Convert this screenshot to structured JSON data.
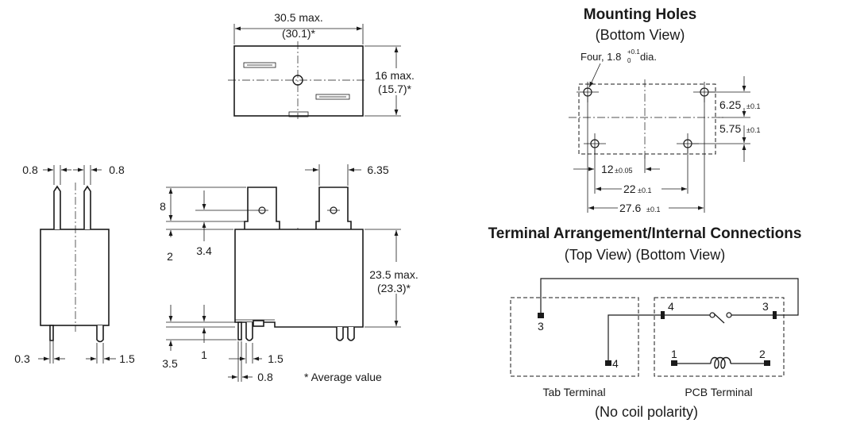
{
  "top_view": {
    "width_max": "30.5 max.",
    "width_avg": "(30.1)*",
    "height_max": "16 max.",
    "height_avg": "(15.7)*"
  },
  "side_view": {
    "pin_width_left": "0.8",
    "pin_width_right": "0.8",
    "pin_thickness": "0.3",
    "pin_gap": "1.5"
  },
  "front_view": {
    "tab_width": "6.35",
    "tab_height": "8",
    "tab_offset": "2",
    "tab_hole": "3.4",
    "body_height_max": "23.5 max.",
    "body_height_avg": "(23.3)*",
    "pcb_pin_length": "3.5",
    "pcb_pin_offset": "1",
    "pcb_pin_gap": "1.5",
    "pcb_pin_width": "0.8",
    "note": "* Average value"
  },
  "mounting_holes": {
    "title": "Mounting Holes",
    "subtitle": "(Bottom View)",
    "hole_label_prefix": "Four, 1.8",
    "hole_tol_upper": "+0.1",
    "hole_tol_lower": "0",
    "hole_label_suffix": "dia.",
    "dim_625": "6.25",
    "tol_625": "±0.1",
    "dim_575": "5.75",
    "tol_575": "±0.1",
    "dim_12": "12",
    "tol_12": "±0.05",
    "dim_22": "22",
    "tol_22": "±0.1",
    "dim_276": "27.6",
    "tol_276": "±0.1"
  },
  "terminal": {
    "title": "Terminal Arrangement/Internal Connections",
    "subtitle": "(Top View) (Bottom View)",
    "tab_pin_3": "3",
    "tab_pin_4": "4",
    "pcb_pin_4": "4",
    "pcb_pin_3": "3",
    "pcb_pin_1": "1",
    "pcb_pin_2": "2",
    "tab_label": "Tab Terminal",
    "pcb_label": "PCB Terminal",
    "note": "(No coil polarity)"
  }
}
